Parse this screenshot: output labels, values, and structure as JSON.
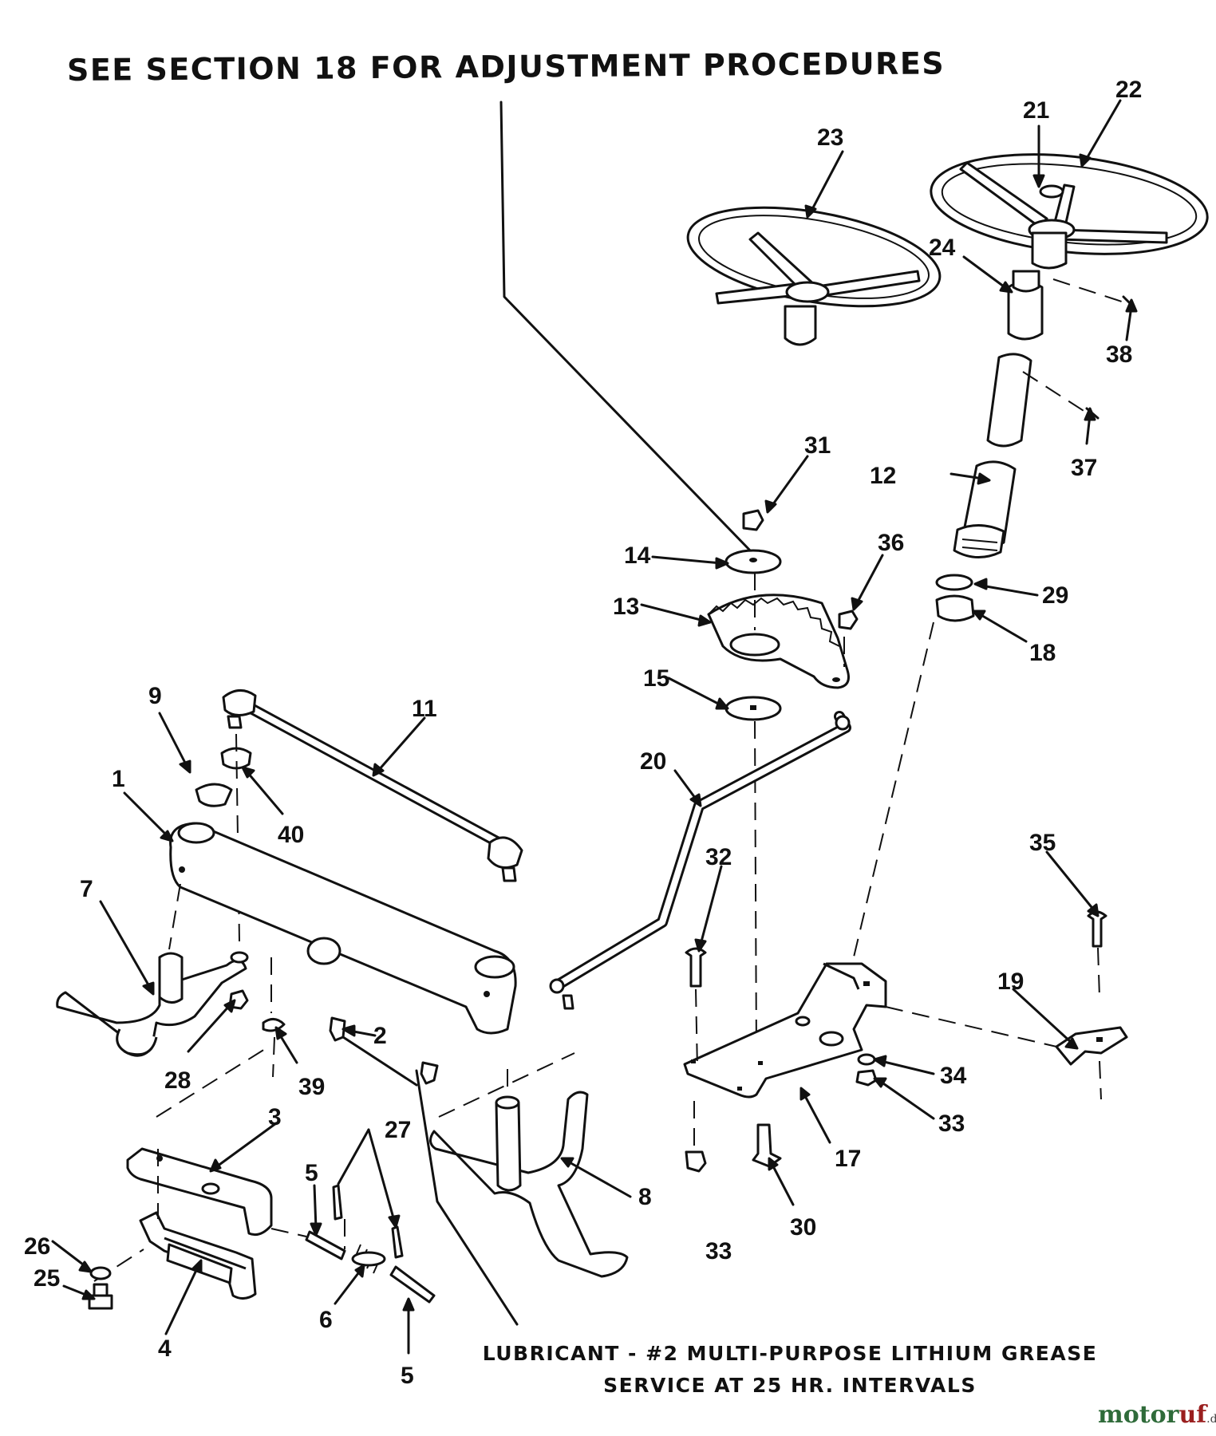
{
  "header": {
    "title": "SEE SECTION 18 FOR ADJUSTMENT PROCEDURES"
  },
  "footer": {
    "lubricant": "LUBRICANT - #2 MULTI-PURPOSE LITHIUM GREASE",
    "service": "SERVICE AT 25 HR. INTERVALS"
  },
  "watermark": {
    "part1": "motor",
    "part2": "uf",
    "suffix": ".de"
  },
  "callouts": [
    "1",
    "2",
    "3",
    "4",
    "5",
    "5",
    "6",
    "7",
    "8",
    "9",
    "11",
    "12",
    "13",
    "14",
    "15",
    "17",
    "18",
    "19",
    "20",
    "21",
    "22",
    "23",
    "24",
    "25",
    "26",
    "27",
    "28",
    "29",
    "30",
    "31",
    "32",
    "33",
    "33",
    "34",
    "35",
    "36",
    "37",
    "38",
    "39",
    "40"
  ]
}
